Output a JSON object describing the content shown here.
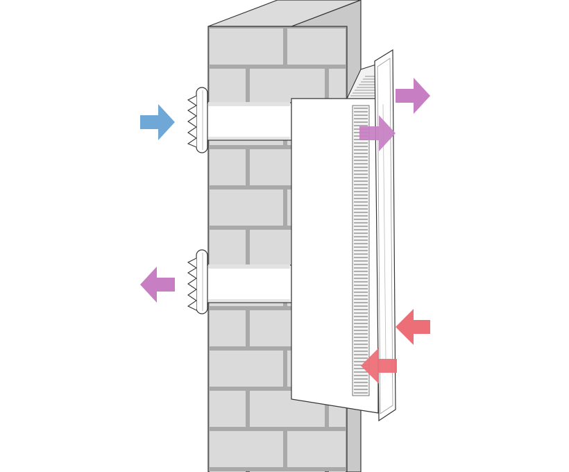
{
  "diagram": {
    "labels": [],
    "colors": {
      "background": "#ffffff",
      "brick": "#d9d9d9",
      "mortar": "#a9a9a9",
      "wall_side": "#c9c9c9",
      "outline": "#333333",
      "unit_body": "#ffffff",
      "grille": "#666666",
      "arrow_fresh_air_in": "#6fa8d6",
      "arrow_exhaust": "#c77ec2",
      "arrow_room_air_in": "#ec6f78"
    },
    "airflows": [
      {
        "id": "outdoor-fresh-air-in",
        "color_key": "arrow_fresh_air_in",
        "direction": "right"
      },
      {
        "id": "outdoor-exhaust-out",
        "color_key": "arrow_exhaust",
        "direction": "left"
      },
      {
        "id": "supply-air-out-top",
        "color_key": "arrow_exhaust",
        "direction": "right"
      },
      {
        "id": "supply-air-out-grille",
        "color_key": "arrow_exhaust",
        "direction": "right"
      },
      {
        "id": "room-air-in-front",
        "color_key": "arrow_room_air_in",
        "direction": "left"
      },
      {
        "id": "room-air-in-grille",
        "color_key": "arrow_room_air_in",
        "direction": "left"
      }
    ]
  }
}
